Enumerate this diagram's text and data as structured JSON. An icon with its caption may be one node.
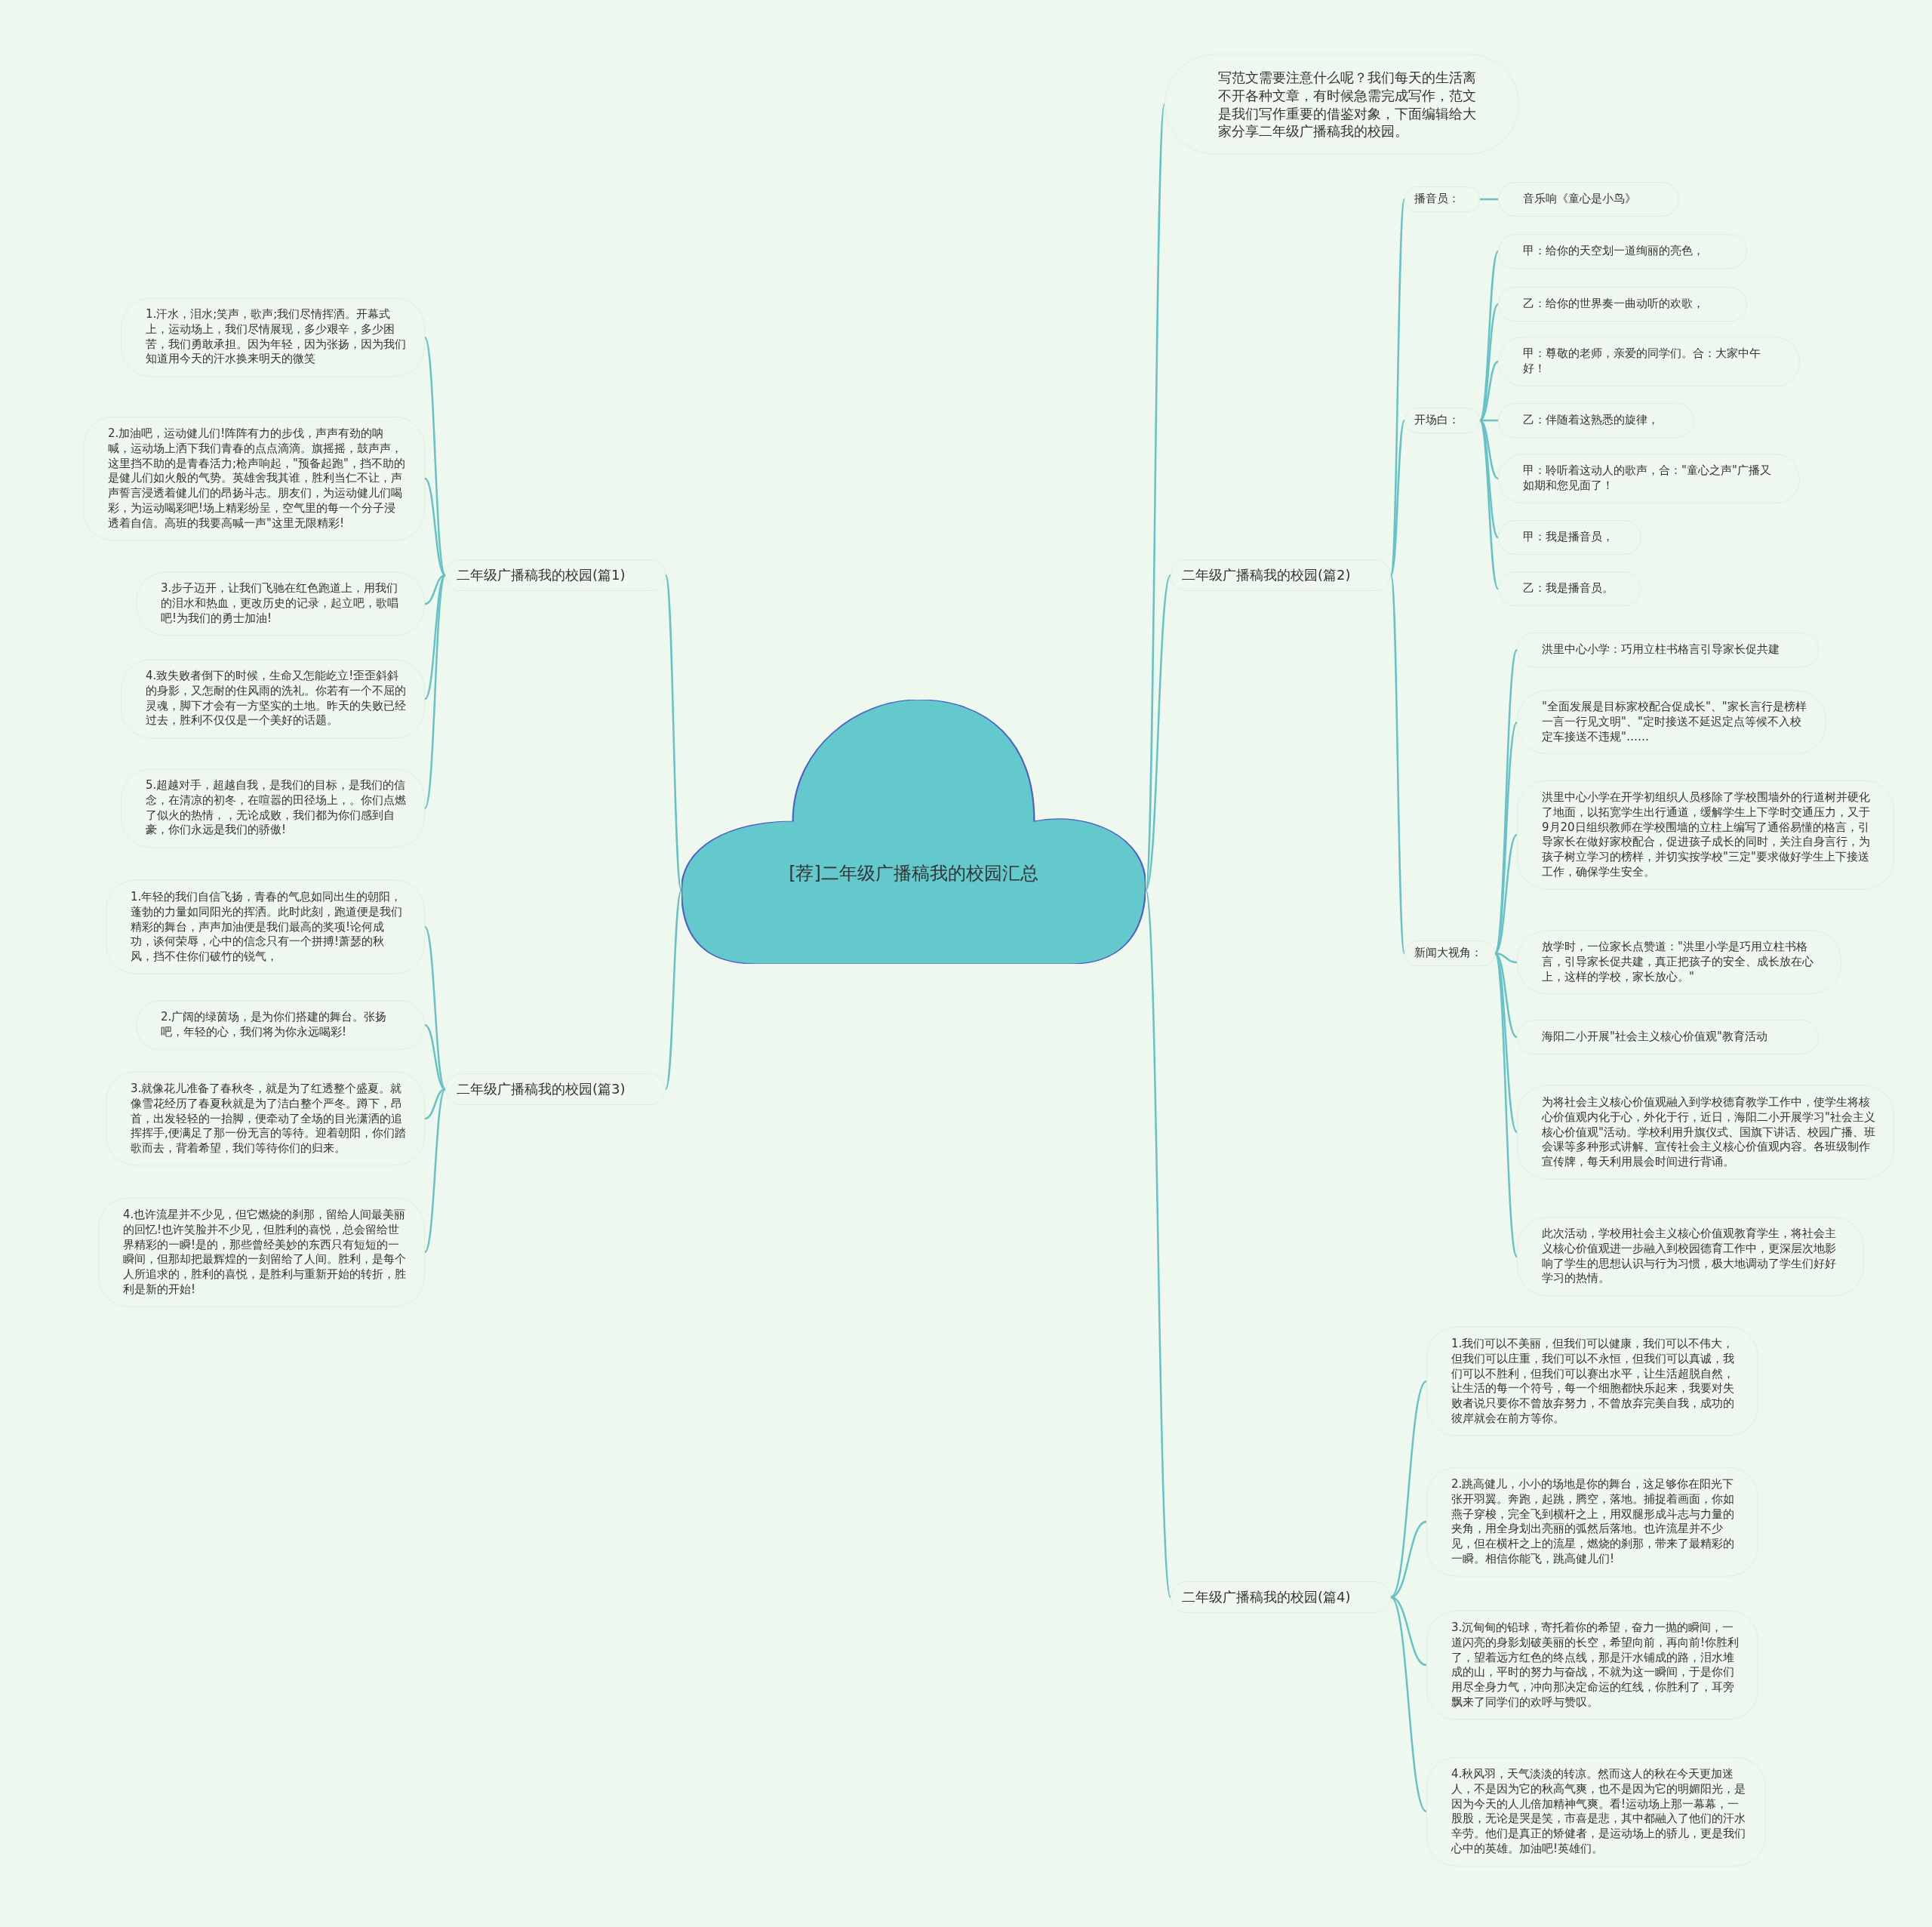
{
  "diagram": {
    "nodes": [
      {
        "text": [
          "[荐]二年级广播稿我的校园汇总"
        ]
      },
      {
        "text": [
          "写范文需要注意什么呢？我们每天的生活离不开各种文章，有时候急需完成写作，范文是我们写作重要的借鉴对象，下面编辑给大家分享二年级广播稿我的校园。"
        ]
      },
      {
        "text": [
          "二年级广播稿我的校园(篇1)"
        ]
      },
      {
        "text": [
          "1.汗水，泪水;笑声，歌声;我们尽情挥洒。开幕式上，运动场上，我们尽情展现，多少艰辛，多少困苦，我们勇敢承担。因为年轻，因为张扬，因为我们知道用今天的汗水换来明天的微笑"
        ]
      },
      {
        "text": [
          "2.加油吧，运动健儿们!阵阵有力的步伐，声声有劲的呐喊，运动场上洒下我们青春的点点滴滴。旗摇摇，鼓声声，这里挡不助的是青春活力;枪声响起，\"预备起跑\"，挡不助的是健儿们如火般的气势。英雄舍我其谁，胜利当仁不让，声声誓言浸透着健儿们的昂扬斗志。朋友们，为运动健儿们喝彩，为运动喝彩吧!场上精彩纷呈，空气里的每一个分子浸透着自信。高班的我要高喊一声\"这里无限精彩!"
        ]
      },
      {
        "text": [
          "3.步子迈开，让我们飞驰在红色跑道上，用我们的泪水和热血，更改历史的记录，起立吧，歌唱吧!为我们的勇士加油!"
        ]
      },
      {
        "text": [
          "4.致失败者倒下的时候，生命又怎能屹立!歪歪斜斜的身影，又怎耐的住风雨的洗礼。你若有一个不屈的灵魂，脚下才会有一方坚实的土地。昨天的失败已经过去，胜利不仅仅是一个美好的话题。"
        ]
      },
      {
        "text": [
          "5.超越对手，超越自我，是我们的目标，是我们的信念，在清凉的初冬，在喧嚣的田径场上，。你们点燃了似火的热情，，无论成败，我们都为你们感到自豪，你们永远是我们的骄傲!"
        ]
      },
      {
        "text": [
          "二年级广播稿我的校园(篇2)"
        ]
      },
      {
        "text": [
          "播音员："
        ]
      },
      {
        "text": [
          "音乐响《童心是小鸟》"
        ]
      },
      {
        "text": [
          "开场白："
        ]
      },
      {
        "text": [
          "甲：给你的天空划一道绚丽的亮色，"
        ]
      },
      {
        "text": [
          "乙：给你的世界奏一曲动听的欢歌，"
        ]
      },
      {
        "text": [
          "甲：尊敬的老师，亲爱的同学们。合：大家中午好！"
        ]
      },
      {
        "text": [
          "乙：伴随着这熟悉的旋律，"
        ]
      },
      {
        "text": [
          "甲：聆听着这动人的歌声，合：\"童心之声\"广播又如期和您见面了！"
        ]
      },
      {
        "text": [
          "甲：我是播音员，"
        ]
      },
      {
        "text": [
          "乙：我是播音员。"
        ]
      },
      {
        "text": [
          "新闻大视角："
        ]
      },
      {
        "text": [
          "洪里中心小学：巧用立柱书格言引导家长促共建"
        ]
      },
      {
        "text": [
          "\"全面发展是目标家校配合促成长\"、\"家长言行是榜样一言一行见文明\"、\"定时接送不延迟定点等候不入校定车接送不违规\"……"
        ]
      },
      {
        "text": [
          "洪里中心小学在开学初组织人员移除了学校围墙外的行道树并硬化了地面，以拓宽学生出行通道，缓解学生上下学时交通压力，又于9月20日组织教师在学校围墙的立柱上编写了通俗易懂的格言，引导家长在做好家校配合，促进孩子成长的同时，关注自身言行，为孩子树立学习的榜样，并切实按学校\"三定\"要求做好学生上下接送工作，确保学生安全。"
        ]
      },
      {
        "text": [
          "放学时，一位家长点赞道：\"洪里小学是巧用立柱书格言，引导家长促共建，真正把孩子的安全、成长放在心上，这样的学校，家长放心。\""
        ]
      },
      {
        "text": [
          "海阳二小开展\"社会主义核心价值观\"教育活动"
        ]
      },
      {
        "text": [
          "为将社会主义核心价值观融入到学校德育教学工作中，使学生将核心价值观内化于心，外化于行，近日，海阳二小开展学习\"社会主义核心价值观\"活动。学校利用升旗仪式、国旗下讲话、校园广播、班会课等多种形式讲解、宣传社会主义核心价值观内容。各班级制作宣传牌，每天利用晨会时间进行背诵。"
        ]
      },
      {
        "text": [
          "此次活动，学校用社会主义核心价值观教育学生，将社会主义核心价值观进一步融入到校园德育工作中，更深层次地影响了学生的思想认识与行为习惯，极大地调动了学生们好好学习的热情。"
        ]
      },
      {
        "text": [
          "二年级广播稿我的校园(篇3)"
        ]
      },
      {
        "text": [
          "1.年轻的我们自信飞扬，青春的气息如同出生的朝阳，蓬勃的力量如同阳光的挥洒。此时此刻，跑道便是我们精彩的舞台，声声加油便是我们最高的奖项!论何成功，谈何荣辱，心中的信念只有一个拼搏!萧瑟的秋风，挡不住你们破竹的锐气，"
        ]
      },
      {
        "text": [
          "2.广阔的绿茵场，是为你们搭建的舞台。张扬吧，年轻的心，我们将为你永远喝彩!"
        ]
      },
      {
        "text": [
          "3.就像花儿准备了春秋冬，就是为了红透整个盛夏。就像雪花经历了春夏秋就是为了洁白整个严冬。蹲下，昂首，出发轻轻的一抬脚，便牵动了全场的目光潇洒的追挥挥手,便满足了那一份无言的等待。迎着朝阳，你们踏歌而去，背着希望，我们等待你们的归来。"
        ]
      },
      {
        "text": [
          "4.也许流星并不少见，但它燃烧的刹那，留给人间最美丽的回忆!也许笑脸并不少见，但胜利的喜悦，总会留给世界精彩的一瞬!是的，那些曾经美妙的东西只有短短的一瞬间，但那却把最辉煌的一刻留给了人间。胜利，是每个人所追求的，胜利的喜悦，是胜利与重新开始的转折，胜利是新的开始!"
        ]
      },
      {
        "text": [
          "二年级广播稿我的校园(篇4)"
        ]
      },
      {
        "text": [
          "1.我们可以不美丽，但我们可以健康，我们可以不伟大，但我们可以庄重，我们可以不永恒，但我们可以真诚，我们可以不胜利，但我们可以赛出水平，让生活超脱自然，让生活的每一个符号，每一个细胞都快乐起来，我要对失败者说只要你不曾放弃努力，不曾放弃完美自我，成功的彼岸就会在前方等你。"
        ]
      },
      {
        "text": [
          "2.跳高健儿，小小的场地是你的舞台，这足够你在阳光下张开羽翼。奔跑，起跳，腾空，落地。捕捉着画面，你如燕子穿梭，完全飞到横杆之上，用双腿形成斗志与力量的夹角，用全身划出亮丽的弧然后落地。也许流星并不少见，但在横杆之上的流星，燃烧的刹那，带来了最精彩的一瞬。相信你能飞，跳高健儿们!"
        ]
      },
      {
        "text": [
          "3.沉甸甸的铅球，寄托着你的希望，奋力一抛的瞬间，一道闪亮的身影划破美丽的长空，希望向前，再向前!你胜利了，望着远方红色的终点线，那是汗水铺成的路，泪水堆成的山，平时的努力与奋战，不就为这一瞬间，于是你们用尽全身力气，冲向那决定命运的红线，你胜利了，耳旁飘来了同学们的欢呼与赞叹。"
        ]
      },
      {
        "text": [
          "4.秋风羽，天气淡淡的转凉。然而这人的秋在今天更加迷人，不是因为它的秋高气爽，也不是因为它的明媚阳光，是因为今天的人儿倍加精神气爽。看!运动场上那一幕幕，一股股，无论是哭是笑，市喜是悲，其中都融入了他们的汗水辛劳。他们是真正的矫健者，是运动场上的骄儿，更是我们心中的英雄。加油吧!英雄们。"
        ]
      }
    ],
    "edges": [
      {
        "from": 0,
        "to": 1,
        "arrow": "none"
      },
      {
        "from": 0,
        "to": 2,
        "arrow": "none"
      },
      {
        "from": 2,
        "to": 3,
        "arrow": "none"
      },
      {
        "from": 2,
        "to": 4,
        "arrow": "none"
      },
      {
        "from": 2,
        "to": 5,
        "arrow": "none"
      },
      {
        "from": 2,
        "to": 6,
        "arrow": "none"
      },
      {
        "from": 2,
        "to": 7,
        "arrow": "none"
      },
      {
        "from": 0,
        "to": 8,
        "arrow": "none"
      },
      {
        "from": 8,
        "to": 9,
        "arrow": "none"
      },
      {
        "from": 9,
        "to": 10,
        "arrow": "none"
      },
      {
        "from": 8,
        "to": 11,
        "arrow": "none"
      },
      {
        "from": 11,
        "to": 12,
        "arrow": "none"
      },
      {
        "from": 11,
        "to": 13,
        "arrow": "none"
      },
      {
        "from": 11,
        "to": 14,
        "arrow": "none"
      },
      {
        "from": 11,
        "to": 15,
        "arrow": "none"
      },
      {
        "from": 11,
        "to": 16,
        "arrow": "none"
      },
      {
        "from": 11,
        "to": 17,
        "arrow": "none"
      },
      {
        "from": 11,
        "to": 18,
        "arrow": "none"
      },
      {
        "from": 8,
        "to": 19,
        "arrow": "none"
      },
      {
        "from": 19,
        "to": 20,
        "arrow": "none"
      },
      {
        "from": 19,
        "to": 21,
        "arrow": "none"
      },
      {
        "from": 19,
        "to": 22,
        "arrow": "none"
      },
      {
        "from": 19,
        "to": 23,
        "arrow": "none"
      },
      {
        "from": 19,
        "to": 24,
        "arrow": "none"
      },
      {
        "from": 19,
        "to": 25,
        "arrow": "none"
      },
      {
        "from": 19,
        "to": 26,
        "arrow": "none"
      },
      {
        "from": 0,
        "to": 27,
        "arrow": "none"
      },
      {
        "from": 27,
        "to": 28,
        "arrow": "none"
      },
      {
        "from": 27,
        "to": 29,
        "arrow": "none"
      },
      {
        "from": 27,
        "to": 30,
        "arrow": "none"
      },
      {
        "from": 27,
        "to": 31,
        "arrow": "none"
      },
      {
        "from": 0,
        "to": 32,
        "arrow": "none"
      },
      {
        "from": 32,
        "to": 33,
        "arrow": "none"
      },
      {
        "from": 32,
        "to": 34,
        "arrow": "none"
      },
      {
        "from": 32,
        "to": 35,
        "arrow": "none"
      },
      {
        "from": 32,
        "to": 36,
        "arrow": "none"
      }
    ]
  }
}
